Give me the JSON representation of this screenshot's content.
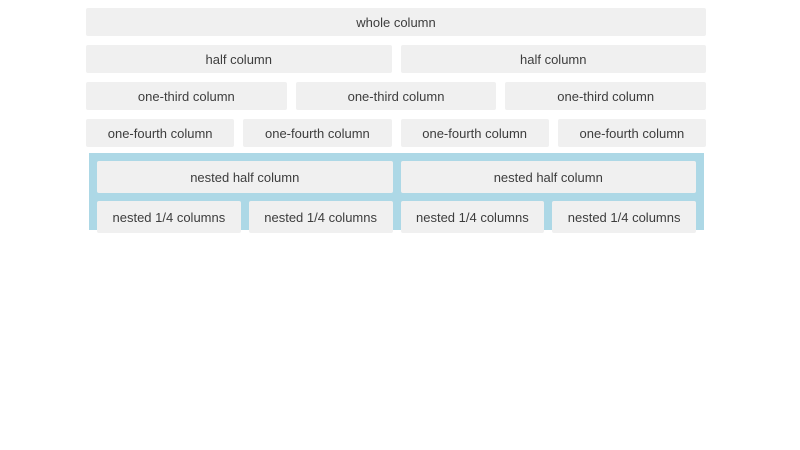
{
  "page": {
    "background_color": "#ffffff",
    "box_color": "#f0f0f0",
    "nested_container_color": "#add8e6",
    "text_color": "#3d3d3d"
  },
  "grid": {
    "rows": [
      {
        "name": "whole",
        "labels": [
          "whole column"
        ]
      },
      {
        "name": "halves",
        "labels": [
          "half column",
          "half column"
        ]
      },
      {
        "name": "thirds",
        "labels": [
          "one-third column",
          "one-third column",
          "one-third column"
        ]
      },
      {
        "name": "fourths",
        "labels": [
          "one-fourth column",
          "one-fourth column",
          "one-fourth column",
          "one-fourth column"
        ]
      }
    ],
    "nested": {
      "halves": [
        "nested half column",
        "nested half column"
      ],
      "quarters": [
        "nested 1/4 columns",
        "nested 1/4 columns",
        "nested 1/4 columns",
        "nested 1/4 columns"
      ]
    }
  }
}
